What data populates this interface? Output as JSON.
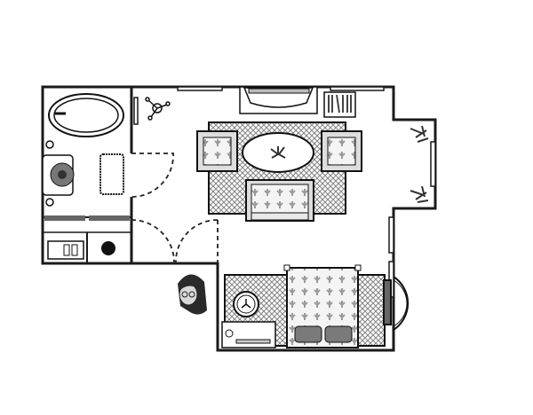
{
  "scene": {
    "type": "floor-plan",
    "rooms": [
      "bathroom",
      "hallway",
      "living-room",
      "bedroom",
      "balcony"
    ],
    "character": "woman-with-glasses"
  },
  "colors": {
    "background": "#ffffff",
    "wall": "#1a1a1a",
    "rug_fill": "#bdbdbd",
    "upholstery": "#a8a8a8",
    "pillow": "#7a7a7a"
  }
}
